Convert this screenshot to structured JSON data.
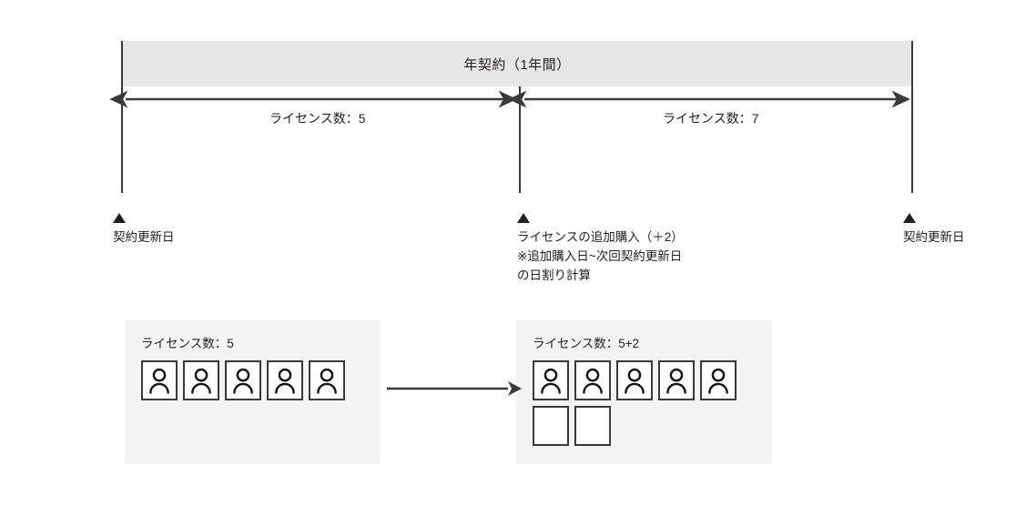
{
  "diagram": {
    "title": "年契約（1年間）",
    "timeline": {
      "banner_label": "年契約（1年間）",
      "segments": [
        {
          "label": "ライセンス数：5",
          "licenses": 5
        },
        {
          "label": "ライセンス数：7",
          "licenses": 7
        }
      ],
      "markers": [
        {
          "name": "contract-renewal-start",
          "marker_icon": "up-triangle-marker",
          "lines": [
            "契約更新日"
          ]
        },
        {
          "name": "license-addition",
          "marker_icon": "up-triangle-marker",
          "lines": [
            "ライセンスの追加購入（＋2）",
            "※追加購入日~次回契約更新日",
            "の日割り計算"
          ]
        },
        {
          "name": "contract-renewal-end",
          "marker_icon": "up-triangle-marker",
          "lines": [
            "契約更新日"
          ]
        }
      ]
    },
    "panels": [
      {
        "name": "licenses-before",
        "title": "ライセンス数：5",
        "filled_seats": 5,
        "empty_seats": 0
      },
      {
        "name": "licenses-after",
        "title": "ライセンス数：5+2",
        "filled_seats": 5,
        "empty_seats": 2
      }
    ],
    "transition_icon": "right-arrow-icon",
    "colors": {
      "ink": "#231f20",
      "stroke": "#3a3a3c",
      "banner_fill": "#e6e6e6",
      "panel_fill": "#f4f4f4",
      "seat_fill": "#ffffff"
    }
  }
}
